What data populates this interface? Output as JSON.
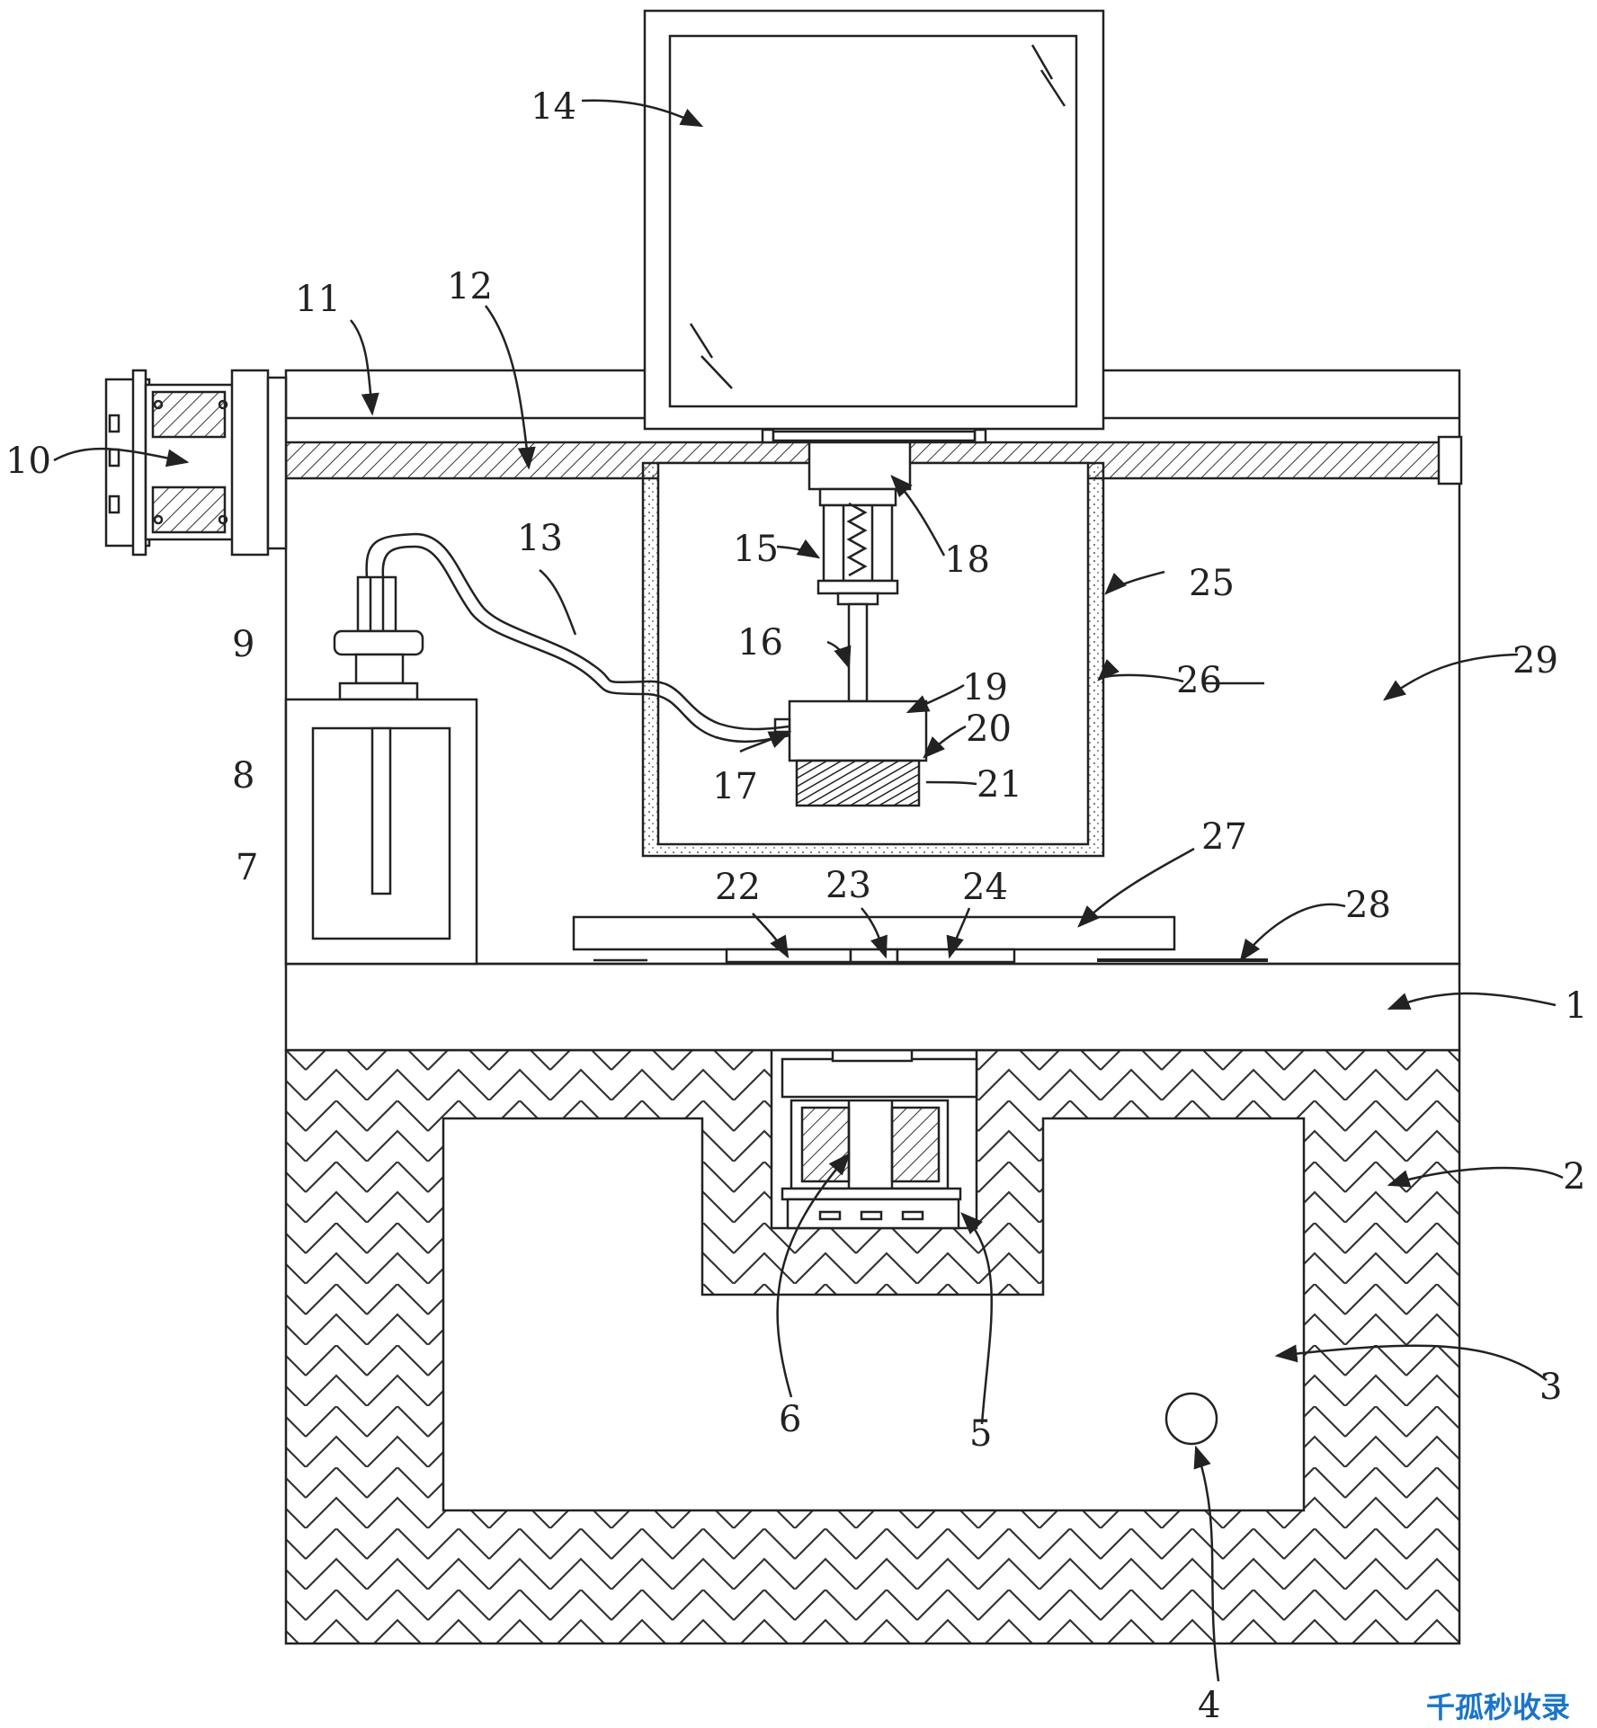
{
  "figure": {
    "type": "patent-mechanical-drawing",
    "numerals": [
      {
        "id": "1",
        "text": "1"
      },
      {
        "id": "2",
        "text": "2"
      },
      {
        "id": "3",
        "text": "3"
      },
      {
        "id": "4",
        "text": "4"
      },
      {
        "id": "5",
        "text": "5"
      },
      {
        "id": "6",
        "text": "6"
      },
      {
        "id": "7",
        "text": "7"
      },
      {
        "id": "8",
        "text": "8"
      },
      {
        "id": "9",
        "text": "9"
      },
      {
        "id": "10",
        "text": "10"
      },
      {
        "id": "11",
        "text": "11"
      },
      {
        "id": "12",
        "text": "12"
      },
      {
        "id": "13",
        "text": "13"
      },
      {
        "id": "14",
        "text": "14"
      },
      {
        "id": "15",
        "text": "15"
      },
      {
        "id": "16",
        "text": "16"
      },
      {
        "id": "17",
        "text": "17"
      },
      {
        "id": "18",
        "text": "18"
      },
      {
        "id": "19",
        "text": "19"
      },
      {
        "id": "20",
        "text": "20"
      },
      {
        "id": "21",
        "text": "21"
      },
      {
        "id": "22",
        "text": "22"
      },
      {
        "id": "23",
        "text": "23"
      },
      {
        "id": "24",
        "text": "24"
      },
      {
        "id": "25",
        "text": "25"
      },
      {
        "id": "26",
        "text": "26"
      },
      {
        "id": "27",
        "text": "27"
      },
      {
        "id": "28",
        "text": "28"
      },
      {
        "id": "29",
        "text": "29"
      }
    ]
  },
  "watermark": {
    "text": "千孤秒收录",
    "color": "#1a75c9"
  }
}
